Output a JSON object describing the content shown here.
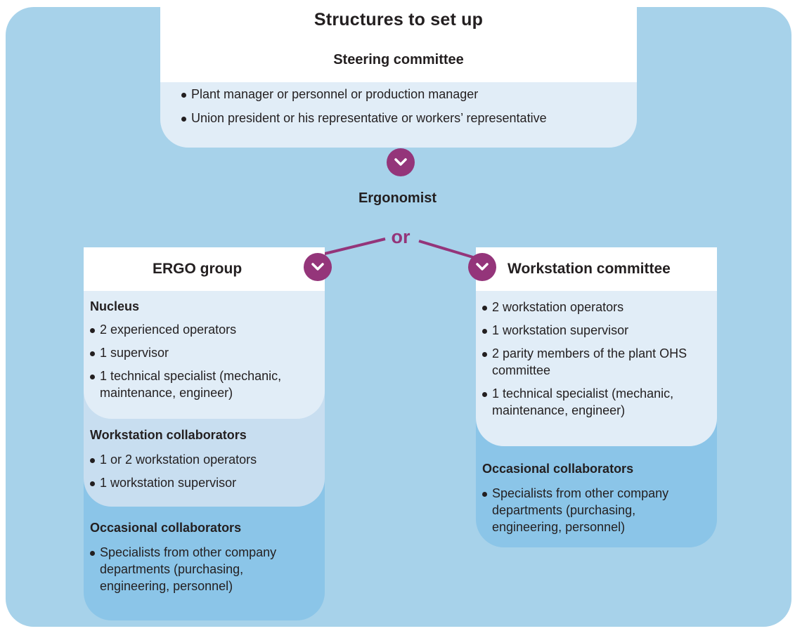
{
  "title": "Structures to set up",
  "steering": {
    "title": "Steering committee",
    "items": [
      "Plant manager or personnel or production manager",
      "Union president or his representative or workers’ representative"
    ]
  },
  "ergonomist": "Ergonomist",
  "or_label": "or",
  "ergo_group": {
    "title": "ERGO group",
    "nucleus": {
      "title": "Nucleus",
      "items": [
        "2 experienced operators",
        "1 supervisor",
        "1 technical specialist (mechanic, maintenance, engineer)"
      ]
    },
    "workstation_collaborators": {
      "title": "Workstation collaborators",
      "items": [
        "1 or 2 workstation operators",
        "1 workstation supervisor"
      ]
    },
    "occasional": {
      "title": "Occasional collaborators",
      "items": [
        "Specialists from other company departments (purchasing, engineering, personnel)"
      ]
    }
  },
  "workstation_committee": {
    "title": "Workstation committee",
    "items": [
      "2 workstation operators",
      "1 workstation supervisor",
      "2 parity members of the plant OHS committee",
      "1 technical specialist (mechanic, maintenance, engineer)"
    ],
    "occasional": {
      "title": "Occasional collaborators",
      "items": [
        "Specialists from other company departments (purchasing, engineering, personnel)"
      ]
    }
  },
  "colors": {
    "frame": "#a7d2ea",
    "accent": "#94357a",
    "light": "#e1edf7",
    "mid": "#c8def0",
    "dark": "#8bc5e8"
  },
  "icons": [
    "chevron-down-icon"
  ]
}
